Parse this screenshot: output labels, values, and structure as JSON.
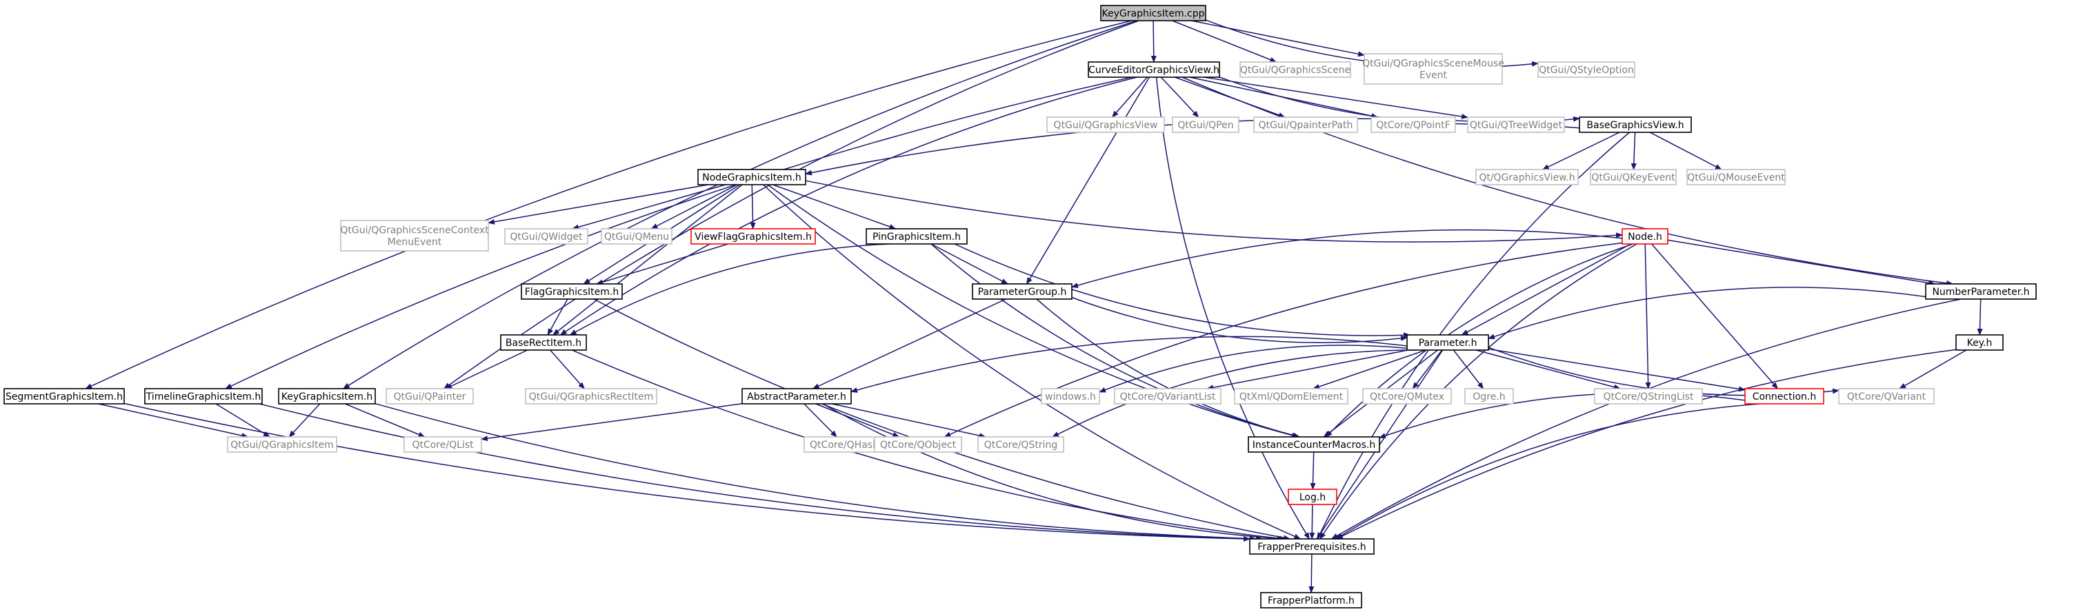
{
  "graph": {
    "root": "KeyGraphicsItem.cpp",
    "nodes": [
      {
        "id": "root",
        "label": [
          "KeyGraphicsItem.cpp"
        ],
        "kind": "root"
      },
      {
        "id": "curve",
        "label": [
          "CurveEditorGraphicsView.h"
        ],
        "kind": "local"
      },
      {
        "id": "qgs",
        "label": [
          "QtGui/QGraphicsScene"
        ],
        "kind": "system"
      },
      {
        "id": "qgsme",
        "label": [
          "QtGui/QGraphicsSceneMouse",
          "Event"
        ],
        "kind": "system"
      },
      {
        "id": "qso",
        "label": [
          "QtGui/QStyleOption"
        ],
        "kind": "system"
      },
      {
        "id": "qgv",
        "label": [
          "QtGui/QGraphicsView"
        ],
        "kind": "system"
      },
      {
        "id": "qpen",
        "label": [
          "QtGui/QPen"
        ],
        "kind": "system"
      },
      {
        "id": "qpp",
        "label": [
          "QtGui/QpainterPath"
        ],
        "kind": "system"
      },
      {
        "id": "qpf",
        "label": [
          "QtCore/QPointF"
        ],
        "kind": "system"
      },
      {
        "id": "qtw",
        "label": [
          "QtGui/QTreeWidget"
        ],
        "kind": "system"
      },
      {
        "id": "bgv",
        "label": [
          "BaseGraphicsView.h"
        ],
        "kind": "local"
      },
      {
        "id": "qgv2",
        "label": [
          "Qt/QGraphicsView.h"
        ],
        "kind": "system"
      },
      {
        "id": "qke",
        "label": [
          "QtGui/QKeyEvent"
        ],
        "kind": "system"
      },
      {
        "id": "qme",
        "label": [
          "QtGui/QMouseEvent"
        ],
        "kind": "system"
      },
      {
        "id": "ngi",
        "label": [
          "NodeGraphicsItem.h"
        ],
        "kind": "local"
      },
      {
        "id": "qgscme",
        "label": [
          "QtGui/QGraphicsSceneContext",
          "MenuEvent"
        ],
        "kind": "system"
      },
      {
        "id": "qw",
        "label": [
          "QtGui/QWidget"
        ],
        "kind": "system"
      },
      {
        "id": "qmenu",
        "label": [
          "QtGui/QMenu"
        ],
        "kind": "system"
      },
      {
        "id": "vfgi",
        "label": [
          "ViewFlagGraphicsItem.h"
        ],
        "kind": "missing"
      },
      {
        "id": "pgi",
        "label": [
          "PinGraphicsItem.h"
        ],
        "kind": "local"
      },
      {
        "id": "node",
        "label": [
          "Node.h"
        ],
        "kind": "missing"
      },
      {
        "id": "fgi",
        "label": [
          "FlagGraphicsItem.h"
        ],
        "kind": "local"
      },
      {
        "id": "pg",
        "label": [
          "ParameterGroup.h"
        ],
        "kind": "local"
      },
      {
        "id": "np",
        "label": [
          "NumberParameter.h"
        ],
        "kind": "local"
      },
      {
        "id": "bri",
        "label": [
          "BaseRectItem.h"
        ],
        "kind": "local"
      },
      {
        "id": "param",
        "label": [
          "Parameter.h"
        ],
        "kind": "local"
      },
      {
        "id": "key",
        "label": [
          "Key.h"
        ],
        "kind": "local"
      },
      {
        "id": "sgi",
        "label": [
          "SegmentGraphicsItem.h"
        ],
        "kind": "local"
      },
      {
        "id": "tgi",
        "label": [
          "TimelineGraphicsItem.h"
        ],
        "kind": "local"
      },
      {
        "id": "kgi",
        "label": [
          "KeyGraphicsItem.h"
        ],
        "kind": "local"
      },
      {
        "id": "qpainter",
        "label": [
          "QtGui/QPainter"
        ],
        "kind": "system"
      },
      {
        "id": "qgri",
        "label": [
          "QtGui/QGraphicsRectItem"
        ],
        "kind": "system"
      },
      {
        "id": "ap",
        "label": [
          "AbstractParameter.h"
        ],
        "kind": "local"
      },
      {
        "id": "win",
        "label": [
          "windows.h"
        ],
        "kind": "system"
      },
      {
        "id": "qvl",
        "label": [
          "QtCore/QVariantList"
        ],
        "kind": "system"
      },
      {
        "id": "qde",
        "label": [
          "QtXml/QDomElement"
        ],
        "kind": "system"
      },
      {
        "id": "qmutex",
        "label": [
          "QtCore/QMutex"
        ],
        "kind": "system"
      },
      {
        "id": "ogre",
        "label": [
          "Ogre.h"
        ],
        "kind": "system"
      },
      {
        "id": "qsl",
        "label": [
          "QtCore/QStringList"
        ],
        "kind": "system"
      },
      {
        "id": "conn",
        "label": [
          "Connection.h"
        ],
        "kind": "missing"
      },
      {
        "id": "qvar",
        "label": [
          "QtCore/QVariant"
        ],
        "kind": "system"
      },
      {
        "id": "qgi",
        "label": [
          "QtGui/QGraphicsItem"
        ],
        "kind": "system"
      },
      {
        "id": "qlist",
        "label": [
          "QtCore/QList"
        ],
        "kind": "system"
      },
      {
        "id": "qhash",
        "label": [
          "QtCore/QHash"
        ],
        "kind": "system"
      },
      {
        "id": "qobj",
        "label": [
          "QtCore/QObject"
        ],
        "kind": "system"
      },
      {
        "id": "qstr",
        "label": [
          "QtCore/QString"
        ],
        "kind": "system"
      },
      {
        "id": "icm",
        "label": [
          "InstanceCounterMacros.h"
        ],
        "kind": "local"
      },
      {
        "id": "log",
        "label": [
          "Log.h"
        ],
        "kind": "missing"
      },
      {
        "id": "fp",
        "label": [
          "FrapperPrerequisites.h"
        ],
        "kind": "local"
      },
      {
        "id": "fplat",
        "label": [
          "FrapperPlatform.h"
        ],
        "kind": "local"
      }
    ],
    "edges": [
      [
        "root",
        "curve"
      ],
      [
        "root",
        "qgs"
      ],
      [
        "root",
        "qgsme"
      ],
      [
        "root",
        "qso"
      ],
      [
        "root",
        "sgi"
      ],
      [
        "root",
        "kgi"
      ],
      [
        "root",
        "qpainter"
      ],
      [
        "curve",
        "qgv"
      ],
      [
        "curve",
        "qpen"
      ],
      [
        "curve",
        "qpp"
      ],
      [
        "curve",
        "qpf"
      ],
      [
        "curve",
        "qtw"
      ],
      [
        "curve",
        "bgv"
      ],
      [
        "curve",
        "np"
      ],
      [
        "curve",
        "pg"
      ],
      [
        "curve",
        "tgi"
      ],
      [
        "curve",
        "bri"
      ],
      [
        "curve",
        "fp"
      ],
      [
        "bgv",
        "qgv2"
      ],
      [
        "bgv",
        "qke"
      ],
      [
        "bgv",
        "qme"
      ],
      [
        "bgv",
        "ngi"
      ],
      [
        "bgv",
        "fp"
      ],
      [
        "ngi",
        "qgscme"
      ],
      [
        "ngi",
        "qw"
      ],
      [
        "ngi",
        "qmenu"
      ],
      [
        "ngi",
        "vfgi"
      ],
      [
        "ngi",
        "pgi"
      ],
      [
        "ngi",
        "node"
      ],
      [
        "ngi",
        "fgi"
      ],
      [
        "ngi",
        "bri"
      ],
      [
        "ngi",
        "icm"
      ],
      [
        "ngi",
        "fp"
      ],
      [
        "vfgi",
        "fgi"
      ],
      [
        "pgi",
        "pg"
      ],
      [
        "pgi",
        "param"
      ],
      [
        "pgi",
        "bri"
      ],
      [
        "pgi",
        "icm"
      ],
      [
        "fgi",
        "bri"
      ],
      [
        "fgi",
        "fp"
      ],
      [
        "node",
        "pg"
      ],
      [
        "node",
        "np"
      ],
      [
        "node",
        "param"
      ],
      [
        "node",
        "conn"
      ],
      [
        "node",
        "qsl"
      ],
      [
        "node",
        "qobj"
      ],
      [
        "node",
        "icm"
      ],
      [
        "node",
        "fp"
      ],
      [
        "pg",
        "param"
      ],
      [
        "pg",
        "ap"
      ],
      [
        "pg",
        "icm"
      ],
      [
        "np",
        "param"
      ],
      [
        "np",
        "key"
      ],
      [
        "np",
        "fp"
      ],
      [
        "key",
        "qvar"
      ],
      [
        "key",
        "fp"
      ],
      [
        "bri",
        "qpainter"
      ],
      [
        "bri",
        "qgri"
      ],
      [
        "bri",
        "fp"
      ],
      [
        "param",
        "ap"
      ],
      [
        "param",
        "win"
      ],
      [
        "param",
        "qvl"
      ],
      [
        "param",
        "qde"
      ],
      [
        "param",
        "qmutex"
      ],
      [
        "param",
        "ogre"
      ],
      [
        "param",
        "qsl"
      ],
      [
        "param",
        "conn"
      ],
      [
        "param",
        "qvar"
      ],
      [
        "param",
        "qstr"
      ],
      [
        "param",
        "icm"
      ],
      [
        "param",
        "fp"
      ],
      [
        "ap",
        "qlist"
      ],
      [
        "ap",
        "qhash"
      ],
      [
        "ap",
        "qobj"
      ],
      [
        "ap",
        "qstr"
      ],
      [
        "ap",
        "fp"
      ],
      [
        "conn",
        "icm"
      ],
      [
        "conn",
        "fp"
      ],
      [
        "sgi",
        "qgi"
      ],
      [
        "sgi",
        "fp"
      ],
      [
        "tgi",
        "qgi"
      ],
      [
        "tgi",
        "fp"
      ],
      [
        "kgi",
        "qgi"
      ],
      [
        "kgi",
        "qlist"
      ],
      [
        "kgi",
        "fp"
      ],
      [
        "icm",
        "log"
      ],
      [
        "log",
        "fp"
      ],
      [
        "fp",
        "fplat"
      ]
    ]
  }
}
